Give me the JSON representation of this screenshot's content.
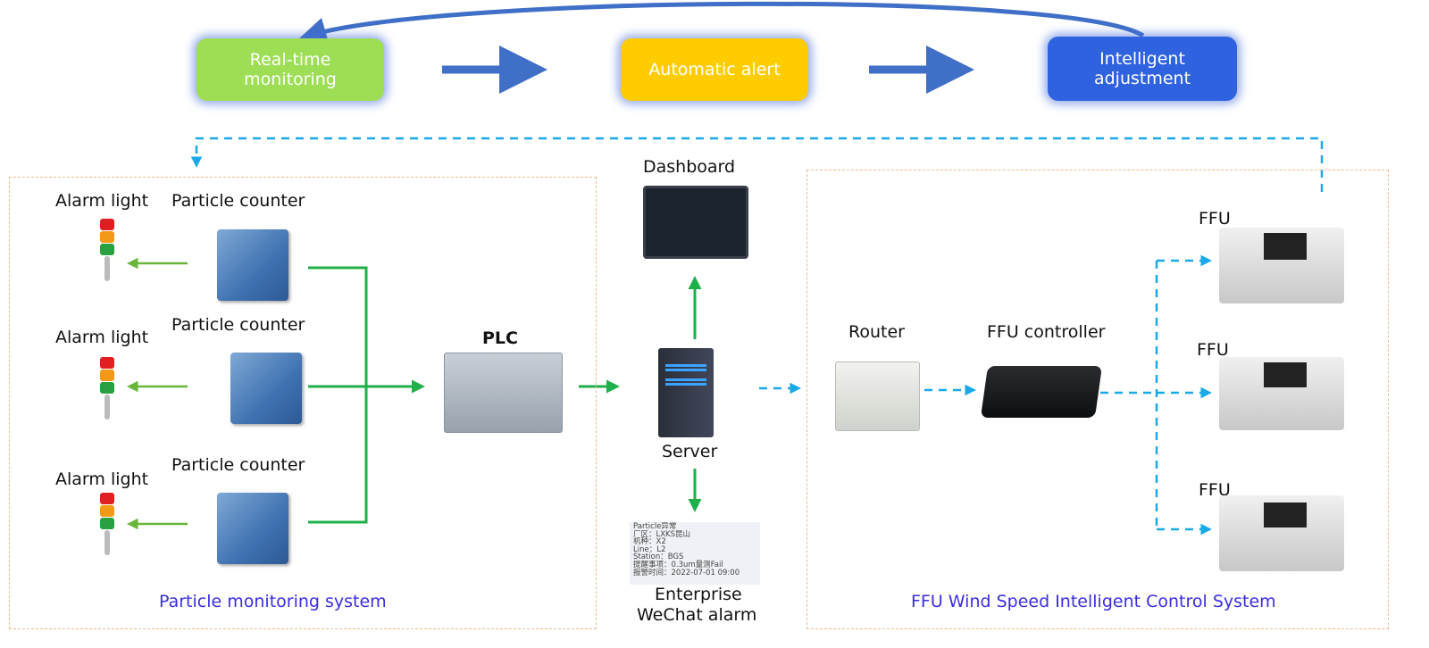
{
  "stages": [
    {
      "label": "Real-time monitoring",
      "color": "#9ede55"
    },
    {
      "label": "Automatic alert",
      "color": "#ffcc00"
    },
    {
      "label": "Intelligent adjustment",
      "color": "#2f62df"
    }
  ],
  "left_system": {
    "title": "Particle monitoring system",
    "alarm_light_label": "Alarm light",
    "particle_counter_label": "Particle counter",
    "plc_label": "PLC"
  },
  "center": {
    "dashboard_label": "Dashboard",
    "server_label": "Server",
    "wechat_label_line1": "Enterprise",
    "wechat_label_line2": "WeChat alarm",
    "wechat_message": [
      "Particle异常",
      "厂区：LXKS昆山",
      "机种：X2",
      "Line：L2",
      "Station：BGS",
      "提醒事项：0.3um量测Fail",
      "报警时间：2022-07-01 09:00"
    ]
  },
  "right_system": {
    "title": "FFU Wind Speed Intelligent Control System",
    "router_label": "Router",
    "controller_label": "FFU controller",
    "ffu_label": "FFU"
  },
  "colors": {
    "flow_arrow": "#3f6fc6",
    "data_line": "#1fb04a",
    "network_dashed": "#1aa9e8",
    "signal_arrow": "#6ab63c",
    "panel_border": "#f2b98a",
    "system_title": "#3a2ee0"
  }
}
